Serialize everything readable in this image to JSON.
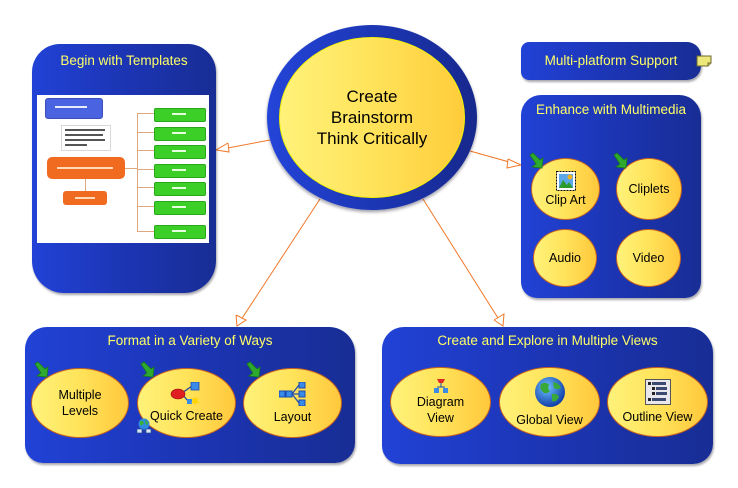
{
  "hub": {
    "lines": [
      "Create",
      "Brainstorm",
      "Think Critically"
    ]
  },
  "panels": {
    "templates": {
      "title": "Begin with Templates"
    },
    "multiplatform": {
      "title": "Multi-platform Support",
      "note_icon": "sticky-note-icon"
    },
    "multimedia": {
      "title": "Enhance with Multimedia",
      "items": [
        {
          "label": "Clip Art",
          "icon": "picture-icon"
        },
        {
          "label": "Cliplets"
        },
        {
          "label": "Audio"
        },
        {
          "label": "Video"
        }
      ]
    },
    "format": {
      "title": "Format in a Variety of Ways",
      "items": [
        {
          "label_lines": [
            "Multiple",
            "Levels"
          ]
        },
        {
          "label": "Quick Create",
          "icon": "quick-create-icon"
        },
        {
          "label": "Layout",
          "icon": "tree-layout-icon"
        }
      ]
    },
    "views": {
      "title": "Create and Explore in Multiple Views",
      "items": [
        {
          "label_lines": [
            "Diagram",
            "View"
          ],
          "icon": "diagram-icon"
        },
        {
          "label": "Global View",
          "icon": "globe-icon"
        },
        {
          "label": "Outline View",
          "icon": "outline-icon"
        }
      ]
    }
  },
  "colors": {
    "panel_blue": "#1c35b4",
    "title_yellow": "#ffff66",
    "bubble_yellow": "#ffe35a",
    "connector_orange": "#f07828"
  }
}
